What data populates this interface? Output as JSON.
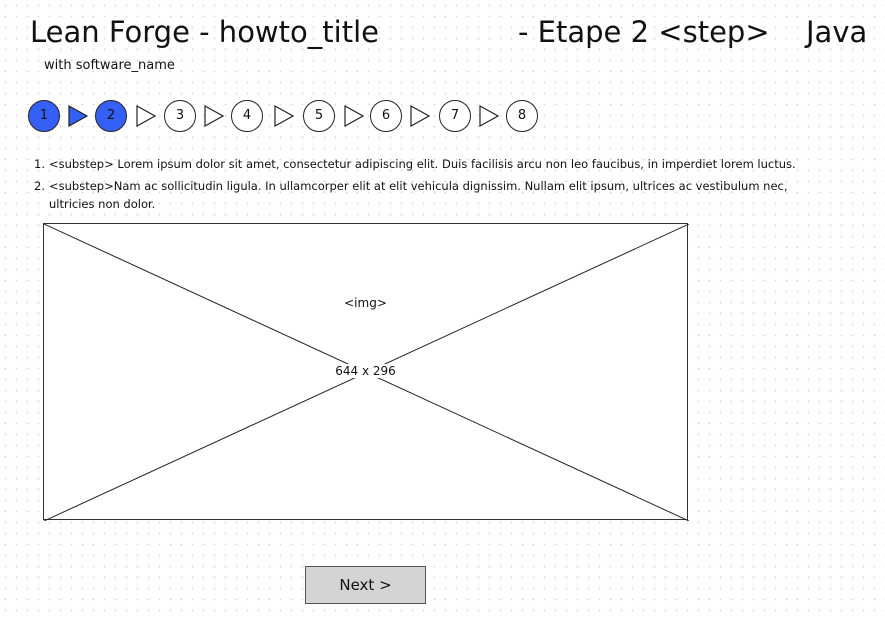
{
  "header": {
    "title": "Lean Forge - howto_title",
    "step_label": "- Etape 2 <step>",
    "language": "Java",
    "subtitle": "with software_name"
  },
  "stepper": {
    "current_step": 2,
    "steps": [
      "1",
      "2",
      "3",
      "4",
      "5",
      "6",
      "7",
      "8"
    ],
    "completed_steps": [
      "1",
      "2"
    ],
    "active_color": "#3560f5"
  },
  "substeps": [
    {
      "number": "1.",
      "text": "<substep> Lorem ipsum dolor sit amet, consectetur adipiscing elit. Duis facilisis arcu non leo faucibus, in imperdiet lorem luctus."
    },
    {
      "number": "2.",
      "text": "<substep>Nam ac sollicitudin ligula. In ullamcorper elit at elit vehicula dignissim. Nullam elit ipsum, ultrices ac vestibulum nec, ultricies non dolor."
    }
  ],
  "image_placeholder": {
    "label": "<img>",
    "dimensions": "644 x 296"
  },
  "actions": {
    "next_label": "Next >"
  }
}
